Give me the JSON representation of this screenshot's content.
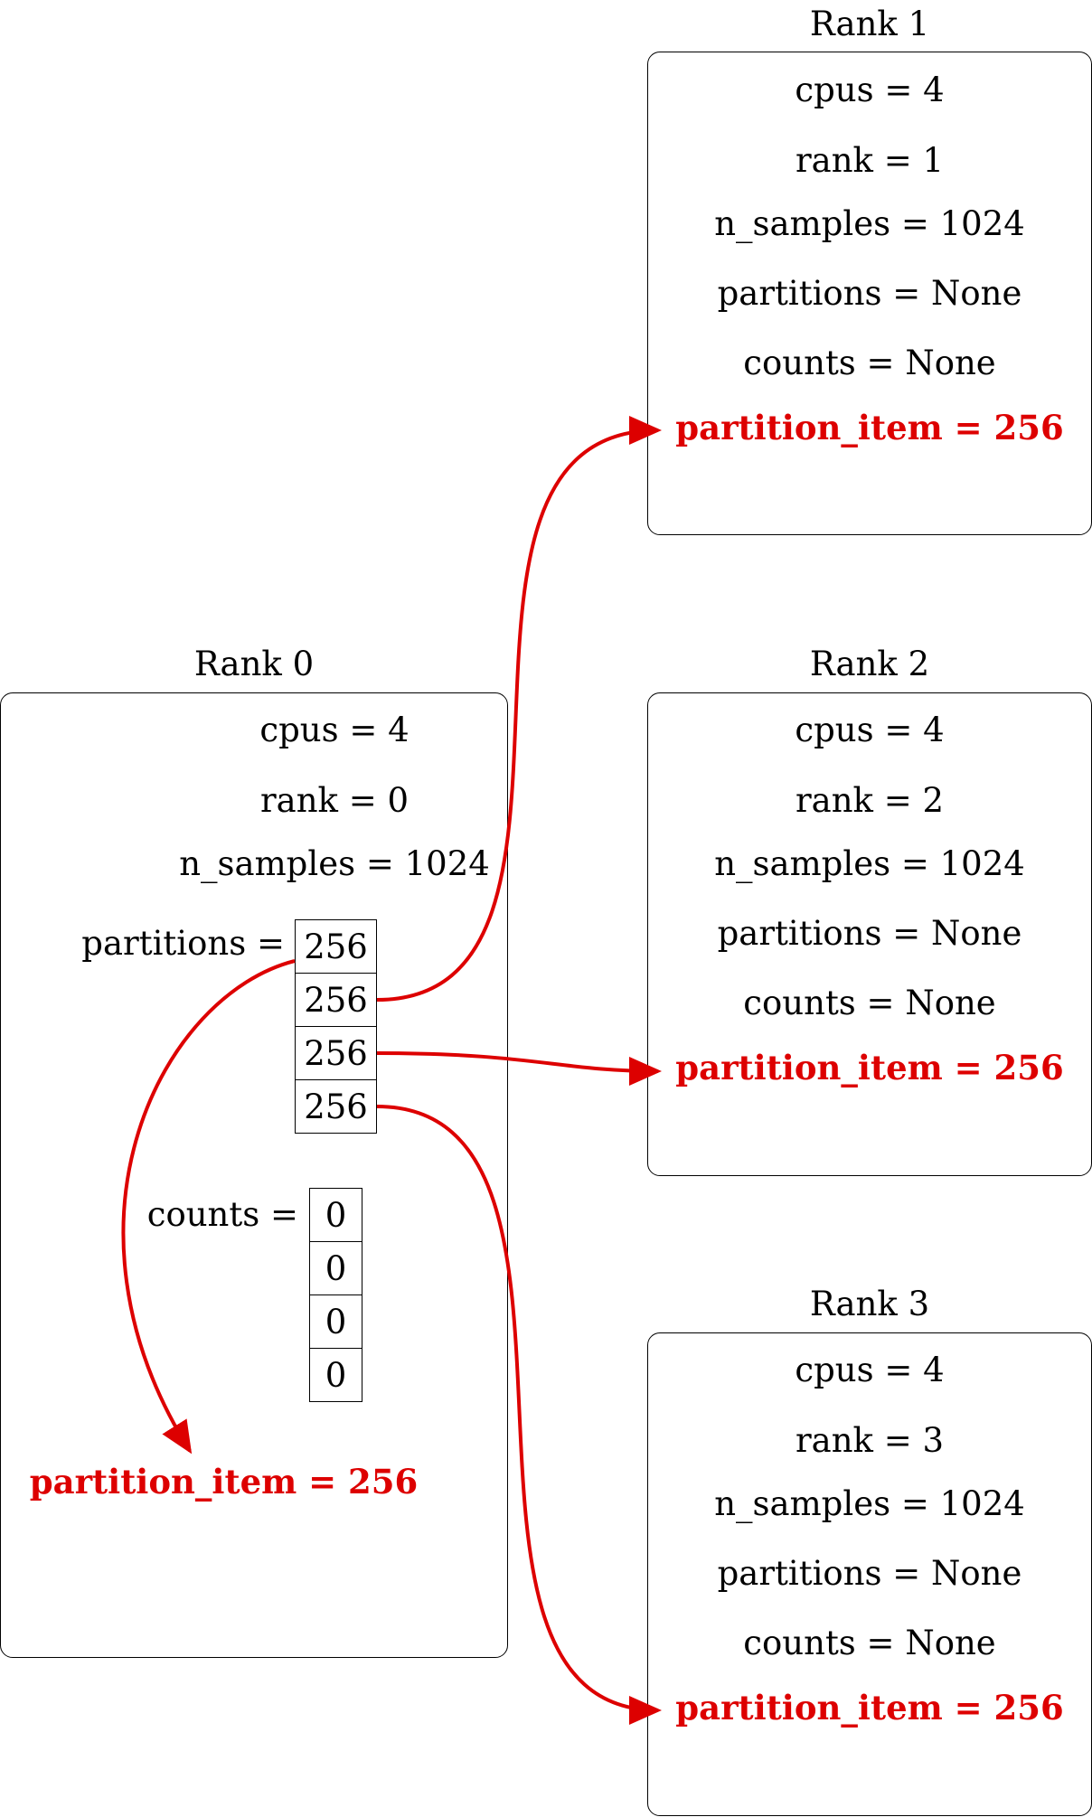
{
  "rank0": {
    "title": "Rank 0",
    "cpus": "cpus = 4",
    "rank": "rank = 0",
    "n_samples": "n_samples = 1024",
    "partitions_label": "partitions =",
    "partitions": [
      "256",
      "256",
      "256",
      "256"
    ],
    "counts_label": "counts =",
    "counts": [
      "0",
      "0",
      "0",
      "0"
    ],
    "partition_item": "partition_item = 256"
  },
  "rank1": {
    "title": "Rank 1",
    "cpus": "cpus = 4",
    "rank": "rank = 1",
    "n_samples": "n_samples = 1024",
    "partitions": "partitions = None",
    "counts": "counts = None",
    "partition_item": "partition_item = 256"
  },
  "rank2": {
    "title": "Rank 2",
    "cpus": "cpus = 4",
    "rank": "rank = 2",
    "n_samples": "n_samples = 1024",
    "partitions": "partitions = None",
    "counts": "counts = None",
    "partition_item": "partition_item = 256"
  },
  "rank3": {
    "title": "Rank 3",
    "cpus": "cpus = 4",
    "rank": "rank = 3",
    "n_samples": "n_samples = 1024",
    "partitions": "partitions = None",
    "counts": "counts = None",
    "partition_item": "partition_item = 256"
  },
  "colors": {
    "highlight": "#dd0000",
    "stroke": "#000000"
  }
}
